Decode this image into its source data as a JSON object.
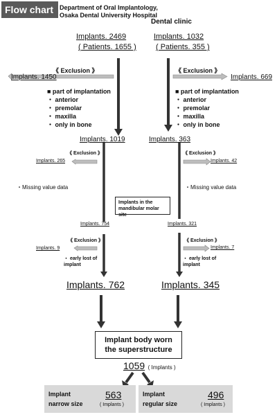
{
  "title": "Flow chart",
  "left": {
    "header_line1": "Department of Oral Implantology,",
    "header_line2": "Osaka Dental University Hospital",
    "start_implants": "Implants.  2469",
    "start_patients": "( Patients. 1655 )",
    "exclusion1_label": "《 Exclusion 》",
    "exclusion1_count": "Implants. 1450",
    "criteria": [
      "■ part of implantation",
      "・ anterior",
      "・ premolar",
      "・ maxilla",
      "・ only in bone"
    ],
    "after1": "Implants. 1019",
    "exclusion2_label": "《 Exclusion 》",
    "exclusion2_count": "Implants. 265",
    "missing": "・Missing value data",
    "after2": "Implants. 754",
    "exclusion3_label": "《 Exclusion 》",
    "exclusion3_count": "Implants. 9",
    "early_line1": "・ early lost of",
    "early_line2": "implant",
    "final": "Implants. 762"
  },
  "right": {
    "header": "Dental clinic",
    "start_implants": "Implants.   1032",
    "start_patients": "( Patients. 355 )",
    "exclusion1_label": "《 Exclusion 》",
    "exclusion1_count": "Implants. 669",
    "criteria": [
      "■ part of implantation",
      "・ anterior",
      "・ premolar",
      "・ maxilla",
      "・ only in bone"
    ],
    "after1": "Implants. 363",
    "exclusion2_label": "《 Exclusion 》",
    "exclusion2_count": "Implants. 42",
    "missing": "・Missing value data",
    "after2": "Implants.  321",
    "exclusion3_label": "《 Exclusion 》",
    "exclusion3_count": "Implants. 7",
    "early_line1": "・ early lost of",
    "early_line2": "implant",
    "final": "Implants. 345"
  },
  "site_box": {
    "line1": "Implants in the",
    "line2": "mandibular molar site"
  },
  "final_box": {
    "line1": "Implant body worn",
    "line2": "the superstructure"
  },
  "total": {
    "number": "1059",
    "unit": "( Implants )"
  },
  "narrow": {
    "line1": "Implant",
    "line2": "narrow size",
    "number": "563",
    "unit": "( Implants )"
  },
  "regular": {
    "line1": "Implant",
    "line2": "regular size",
    "number": "496",
    "unit": "( Implants )"
  }
}
